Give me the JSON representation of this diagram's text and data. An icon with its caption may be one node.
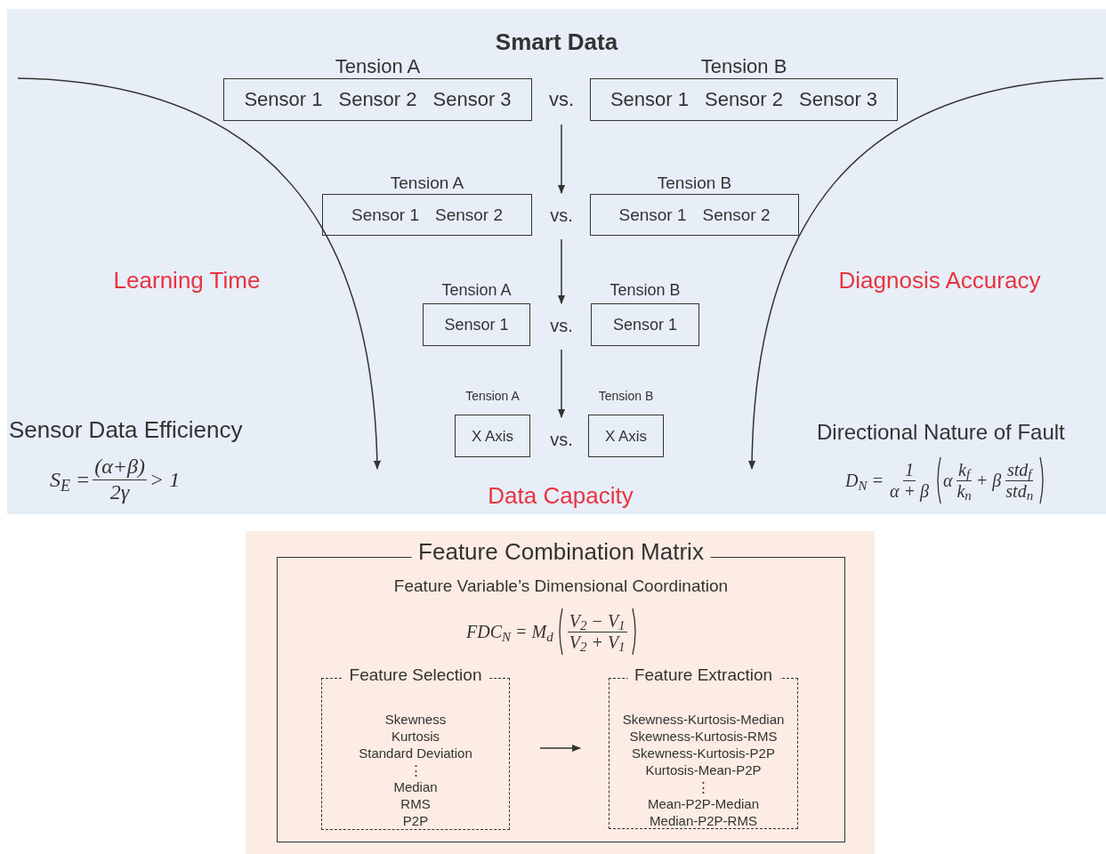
{
  "diagram": {
    "nodes": [
      {
        "text": [
          "Smart Data"
        ]
      },
      {
        "text": [
          "Tension A",
          "Sensor 1",
          "Sensor 2",
          "Sensor 3"
        ],
        "in": 0
      },
      {
        "text": [
          "vs."
        ],
        "in": 0
      },
      {
        "text": [
          "Tension B",
          "Sensor 1",
          "Sensor 2",
          "Sensor 3"
        ],
        "in": 0
      },
      {
        "text": [
          "Tension A",
          "Sensor 1",
          "Sensor 2"
        ],
        "in": 0
      },
      {
        "text": [
          "vs."
        ],
        "in": 0
      },
      {
        "text": [
          "Tension B",
          "Sensor 1",
          "Sensor 2"
        ],
        "in": 0
      },
      {
        "text": [
          "Tension A",
          "Sensor 1"
        ],
        "in": 0
      },
      {
        "text": [
          "vs."
        ],
        "in": 0
      },
      {
        "text": [
          "Tension B",
          "Sensor 1"
        ],
        "in": 0
      },
      {
        "text": [
          "Tension A",
          "X Axis"
        ],
        "in": 0
      },
      {
        "text": [
          "vs."
        ],
        "in": 0
      },
      {
        "text": [
          "Tension B",
          "X Axis"
        ],
        "in": 0
      },
      {
        "text": [],
        "shape": "box"
      },
      {
        "text": [
          "Feature Combination Matrix",
          "Feature Variable’s Dimensional Coordination"
        ],
        "in": 13
      },
      {
        "text": [
          "Feature Selection",
          "Skewness",
          "Kurtosis",
          "Standard Deviation",
          "⋮",
          "Median",
          "RMS",
          "P2P"
        ],
        "in": 14
      },
      {
        "text": [
          "Feature Extraction",
          "Skewness-Kurtosis-Median",
          "Skewness-Kurtosis-RMS",
          "Skewness-Kurtosis-P2P",
          "Kurtosis-Mean-P2P",
          "⋮",
          "Mean-P2P-Median",
          "Median-P2P-RMS"
        ],
        "in": 14
      }
    ],
    "edges": [
      {
        "from": 2,
        "to": 5,
        "arrow": "to"
      },
      {
        "from": 5,
        "to": 8,
        "arrow": "to"
      },
      {
        "from": 8,
        "to": 11,
        "arrow": "to"
      },
      {
        "from": 15,
        "to": 16,
        "arrow": "to"
      }
    ],
    "labels": [
      "Learning Time",
      "Diagnosis Accuracy",
      "Sensor Data Efficiency",
      "Directional Nature of Fault",
      "S$_{E}$ =",
      "(α+β)",
      "2γ",
      "> 1",
      "D$_{N}$ =",
      "1",
      "α + β",
      "α",
      "k$_{f}$",
      "k$_{n}$",
      "+ β",
      "std$_{f}$",
      "std$_{n}$",
      "Data Capacity",
      "FDC$_{N}$ = M$_{d}$",
      "V$_{2}$ − V$_{1}$",
      "V$_{2}$ + V$_{1}$"
    ]
  }
}
